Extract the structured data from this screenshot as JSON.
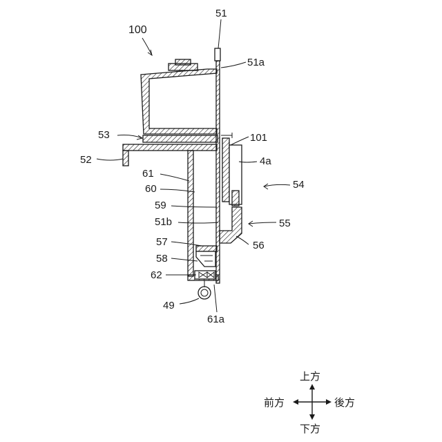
{
  "figure": {
    "ref_main": "100",
    "labels": {
      "l51": "51",
      "l51a": "51a",
      "l53": "53",
      "l101": "101",
      "l52": "52",
      "l4a": "4a",
      "l61": "61",
      "l60": "60",
      "l54": "54",
      "l59": "59",
      "l51b": "51b",
      "l55": "55",
      "l57": "57",
      "l56": "56",
      "l58": "58",
      "l62": "62",
      "l49": "49",
      "l61a": "61a"
    }
  },
  "directions": {
    "up": "上方",
    "down": "下方",
    "front": "前方",
    "back": "後方"
  }
}
